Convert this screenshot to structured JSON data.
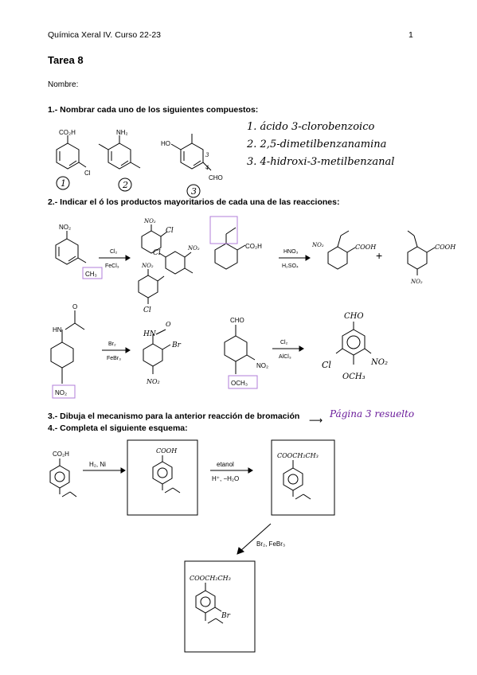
{
  "header": {
    "course": "Química Xeral IV.  Curso 22-23",
    "page_number": "1"
  },
  "title": "Tarea 8",
  "nombre_label": "Nombre:",
  "questions": {
    "q1": "1.- Nombrar cada uno de los siguientes compuestos:",
    "q2": "2.- Indicar el ó los productos mayoritarios de cada una de las reacciones:",
    "q3": "3.- Dibuja el mecanismo para la anterior reacción de bromación",
    "q4": "4.- Completa el siguiente esquema:"
  },
  "q1_answers": [
    "1. ácido 3-clorobenzoico",
    "2. 2,5-dimetilbenzanamina",
    "3. 4-hidroxi-3-metilbenzanal"
  ],
  "q1_labels": {
    "c1_group": "CO₂H",
    "c1_sub": "Cl",
    "c1_num": "1",
    "c2_group": "NH₂",
    "c2_num": "2",
    "c3_group": "HO",
    "c3_sub": "CHO",
    "c3_num": "3",
    "c3_pos3": "3",
    "c3_pos4": "4"
  },
  "q3_handnote": "Página 3 resuelto",
  "reaction1": {
    "reactant_group": "NO₂",
    "reactant_sub": "CH₃",
    "reagent_top": "Cl₂",
    "reagent_bottom": "FeCl₃",
    "p1_no2": "NO₂",
    "p1_cl": "Cl",
    "p2_no2": "NO₂",
    "p2_cl": "Cl",
    "p3_no2": "NO₂",
    "p3_cl": "Cl"
  },
  "reaction2": {
    "reactant_group": "CO₂H",
    "reagent_top": "HNO₃",
    "reagent_bottom": "H₂SO₄",
    "p1_no2": "NO₂",
    "p1_acid": "COOH",
    "plus": "+",
    "p2_acid": "COOH",
    "p2_no2": "NO₂"
  },
  "reaction3": {
    "reactant_nh": "HN",
    "reactant_o": "O",
    "reactant_no2": "NO₂",
    "reagent_top": "Br₂",
    "reagent_bottom": "FeBr₃",
    "p_hn": "HN",
    "p_o": "O",
    "p_br": "Br",
    "p_no2": "NO₂"
  },
  "reaction4": {
    "reactant_cho": "CHO",
    "reactant_no2": "NO₂",
    "reactant_och3": "OCH₃",
    "reagent_top": "Cl₂",
    "reagent_bottom": "AlCl₃",
    "p_cho": "CHO",
    "p_cl": "Cl",
    "p_no2": "NO₂",
    "p_och3": "OCH₃"
  },
  "scheme": {
    "start_group": "CO₂H",
    "step1_reagent": "H₂, Ni",
    "box1_label": "COOH",
    "step2_reagent_top": "etanol",
    "step2_reagent_bottom": "H⁺, −H₂O",
    "box2_label": "COOCH₂CH₃",
    "step3_reagent": "Br₂, FeBr₃",
    "box3_label": "COOCH₂CH₃",
    "box3_br": "Br"
  },
  "colors": {
    "highlight": "#b07cd8",
    "link": "#6a1b9a"
  }
}
